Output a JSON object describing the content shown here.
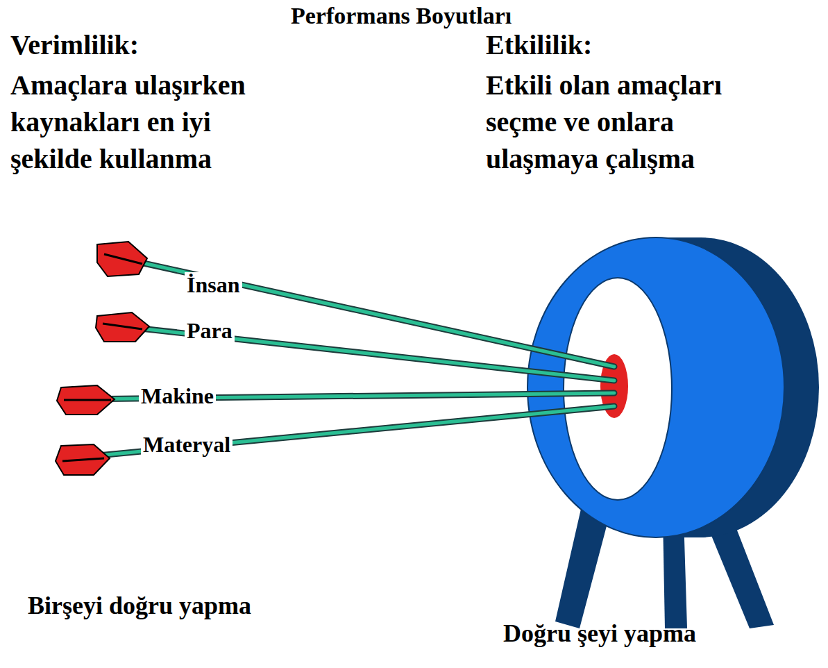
{
  "diagram": {
    "title": "Performans Boyutları",
    "labels": [
      "Verimlilik:",
      "Amaçlara ulaşırken kaynakları en iyi şekilde kullanma",
      "Etkililik:",
      "Etkili olan amaçları seçme ve onlara ulaşmaya çalışma",
      "İnsan",
      "Para",
      "Makine",
      "Materyal",
      "Birşeyi doğru yapma",
      "Doğru şeyi yapma"
    ]
  }
}
